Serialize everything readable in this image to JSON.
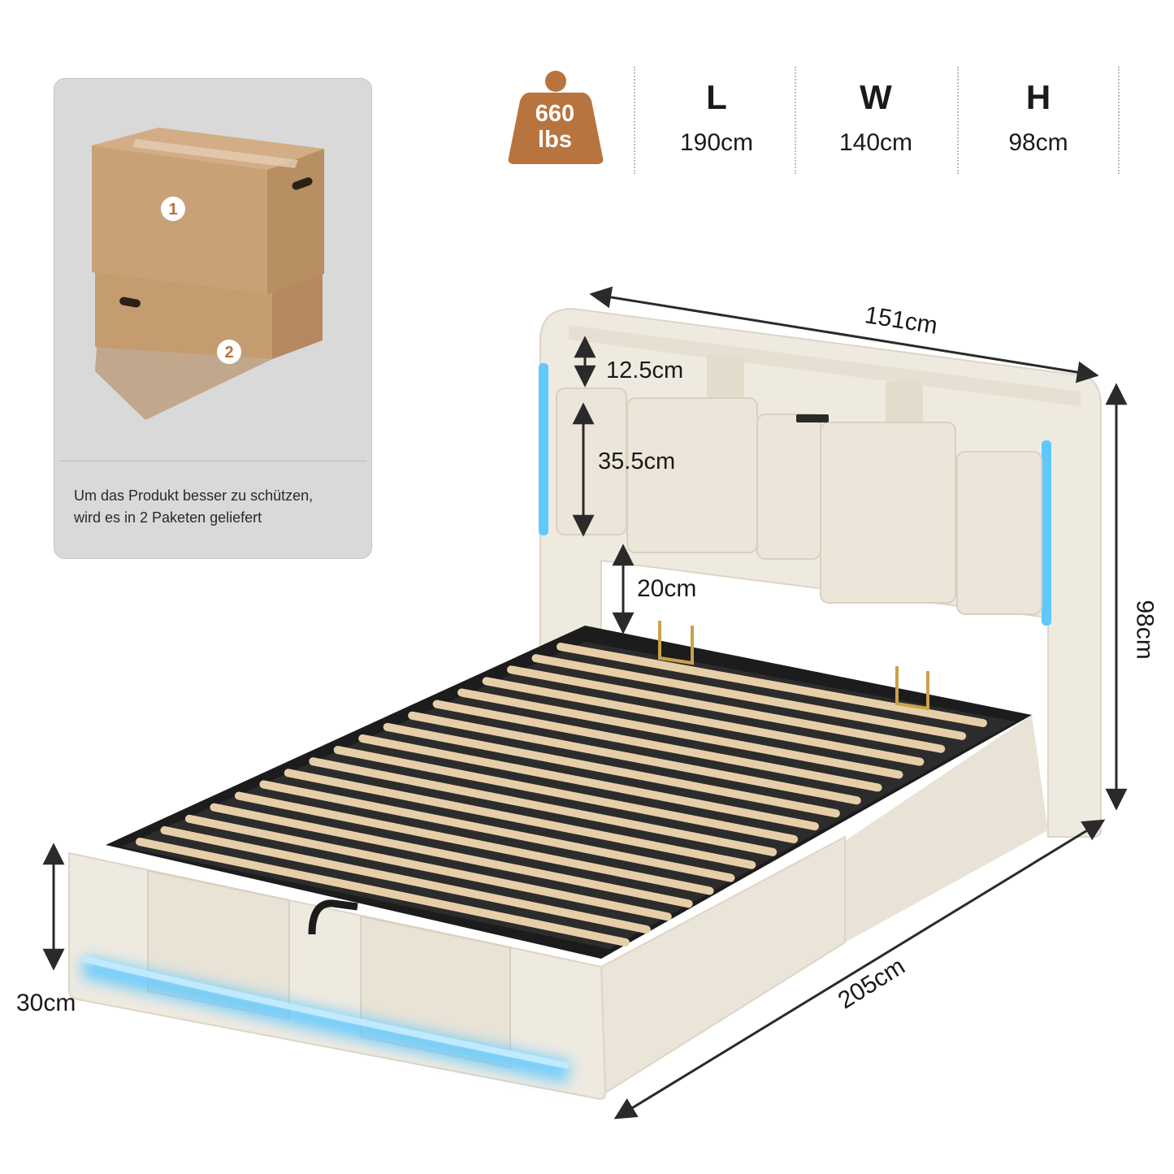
{
  "package_card": {
    "box_1_number": "1",
    "box_2_number": "2",
    "note_line_1": "Um das Produkt besser zu schützen,",
    "note_line_2": "wird es in 2 Paketen geliefert"
  },
  "specs": {
    "weight_value": "660",
    "weight_unit": "lbs",
    "length_letter": "L",
    "length_value": "190cm",
    "width_letter": "W",
    "width_value": "140cm",
    "height_letter": "H",
    "height_value": "98cm"
  },
  "dimensions": {
    "headboard_width": "151cm",
    "shelf_height": "12.5cm",
    "cushion_height": "35.5cm",
    "under_headboard_gap": "20cm",
    "total_height": "98cm",
    "bed_height": "30cm",
    "bed_length": "205cm"
  },
  "colors": {
    "weight_badge": "#b8743e",
    "fabric": "#efeae0",
    "led": "#5ec8ff",
    "slat": "#e6cfa8",
    "frame": "#1c1c1c",
    "handle": "#c9a24a"
  },
  "icons": {
    "weight": "weight-icon",
    "box": "cardboard-box-icon"
  }
}
